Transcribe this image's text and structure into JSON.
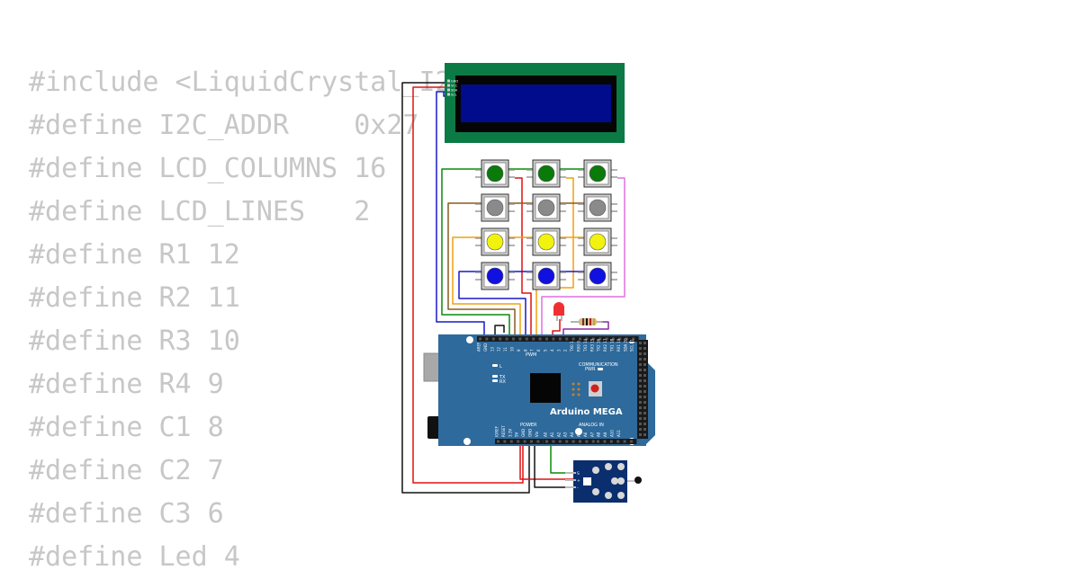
{
  "code": {
    "lines": [
      "#include <LiquidCrystal_I2C.h>",
      "#define I2C_ADDR    0x27",
      "#define LCD_COLUMNS 16",
      "#define LCD_LINES   2",
      "#define R1 12",
      "#define R2 11",
      "#define R3 10",
      "#define R4 9",
      "#define C1 8",
      "#define C2 7",
      "#define C3 6",
      "#define Led 4"
    ]
  },
  "lcd": {
    "pin_labels": [
      "GND",
      "VCC",
      "SDA",
      "SCL"
    ]
  },
  "board": {
    "name": "Arduino MEGA",
    "labels": {
      "pwm": "PWM",
      "communication": "COMMUNICATION",
      "power": "POWER",
      "analog_in": "ANALOG IN",
      "led_l": "L",
      "led_tx": "TX",
      "led_rx": "RX",
      "pwr": "PWR"
    },
    "top_pins": [
      "AREF",
      "GND",
      "13",
      "12",
      "11",
      "10",
      "9",
      "8",
      "7",
      "6",
      "5",
      "4",
      "3",
      "2",
      "TX0 1",
      "RX0 0",
      "TX3 14",
      "RX3 15",
      "TX2 16",
      "RX2 17",
      "TX1 18",
      "RX1 19",
      "SDA 20",
      "SCL 21"
    ],
    "power_pins": [
      "IOREF",
      "RESET",
      "3.3V",
      "5V",
      "GND",
      "GND",
      "Vin"
    ],
    "analog_pins": [
      "A0",
      "A1",
      "A2",
      "A3",
      "A4",
      "A5",
      "A6",
      "A7",
      "A8",
      "A9",
      "A10",
      "A11"
    ]
  },
  "keypad": {
    "rows": [
      {
        "name": "green",
        "color": "#0a7a0a"
      },
      {
        "name": "gray",
        "color": "#8a8a8a"
      },
      {
        "name": "yellow",
        "color": "#f2f20f"
      },
      {
        "name": "blue",
        "color": "#1010e0"
      }
    ]
  },
  "sensor": {
    "pin_labels": [
      "S",
      "+",
      "-"
    ]
  },
  "colors": {
    "lcd_pcb": "#0c7a44",
    "lcd_screen": "#000c8c",
    "board": "#2e6a9c",
    "sensor_pcb": "#0b2e6e",
    "wire_red": "#e01010",
    "wire_black": "#111111",
    "wire_blue": "#1818c8",
    "wire_green": "#0a8a0a",
    "wire_orange": "#f0a010",
    "wire_magenta": "#e070e0",
    "wire_brown": "#8a5a20",
    "code_text": "#c7c7c7"
  }
}
